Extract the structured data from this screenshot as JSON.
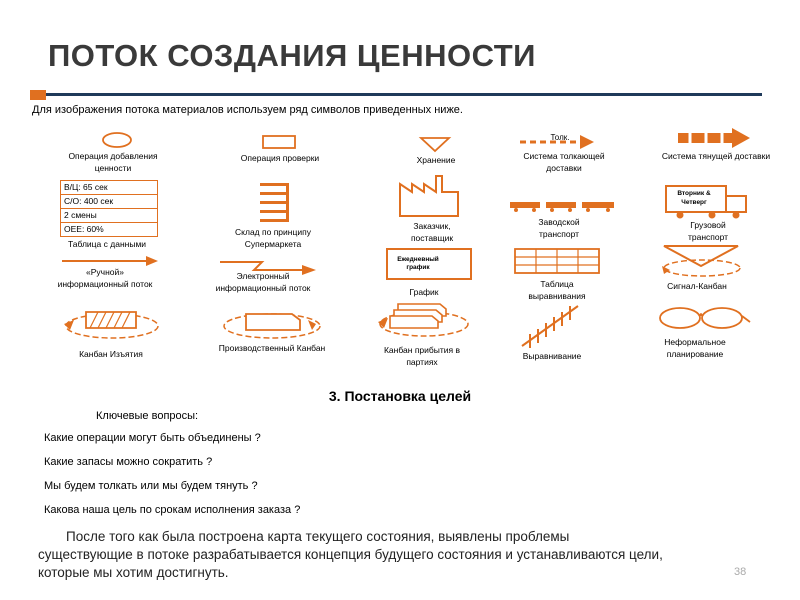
{
  "title": "ПОТОК СОЗДАНИЯ ЦЕННОСТИ",
  "intro": "Для изображения потока материалов используем ряд символов приведенных ниже.",
  "symbols": {
    "op_add_value": "Операция добавления ценности",
    "op_inspect": "Операция проверки",
    "storage": "Хранение",
    "push_arrow_text": "Толк.",
    "push_system": "Система толкающей доставки",
    "pull_system": "Система тянущей доставки",
    "data_table": {
      "rows": [
        "В/Ц: 65 сек",
        "С/О: 400 сек",
        "2 смены",
        "OEE: 60%"
      ],
      "label": "Таблица с данными"
    },
    "supermarket": "Склад по принципу Супермаркета",
    "customer": "Заказчик, поставщик",
    "plant_transport": "Заводской транспорт",
    "truck_text": "Вторник & Четверг",
    "truck": "Грузовой транспорт",
    "manual_info": "«Ручной» информационный поток",
    "electronic_info": "Электронный информационный поток",
    "schedule_box": "Ежедневный график",
    "schedule": "График",
    "leveling_table": "Таблица выравнивания",
    "signal_kanban": "Сигнал-Канбан",
    "withdrawal_kanban": "Канбан Изъятия",
    "production_kanban": "Производственный Канбан",
    "batch_kanban": "Канбан прибытия в партиях",
    "leveling": "Выравнивание",
    "informal": "Неформальное планирование"
  },
  "section_title": "3. Постановка целей",
  "key_questions_label": "Ключевые вопросы:",
  "questions": [
    "Какие операции могут быть объединены ?",
    "Какие запасы можно сократить ?",
    "Мы будем толкать или мы будем тянуть ?",
    "Какова наша цель по срокам исполнения заказа ?"
  ],
  "paragraph": [
    "После того как была построена карта текущего состояния, выявлены проблемы",
    "существующие в потоке разрабатывается концепция будущего состояния и устанавливаются цели,",
    "которые мы хотим достигнуть."
  ],
  "page_number": "38",
  "colors": {
    "accent": "#e07020",
    "navy": "#1f3a5a"
  }
}
